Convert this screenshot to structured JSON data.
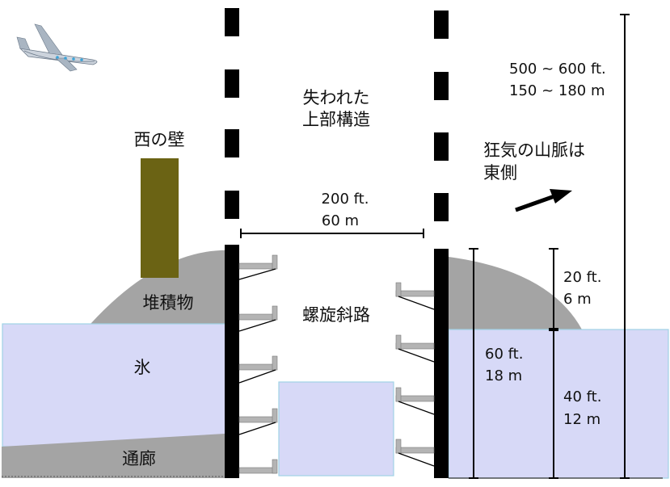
{
  "labels": {
    "west_wall": "西の壁",
    "debris": "堆積物",
    "ice": "氷",
    "passage": "通廊",
    "lost_upper_line1": "失われた",
    "lost_upper_line2": "上部構造",
    "spiral_ramp": "螺旋斜路",
    "mountains_line1": "狂気の山脈は",
    "mountains_line2": "東側"
  },
  "dimensions": {
    "width_ft": "200 ft.",
    "width_m": "60 m",
    "total_height_ft": "500 ~ 600 ft.",
    "total_height_m": "150 ~ 180 m",
    "mound_height_ft": "20 ft.",
    "mound_height_m": "6 m",
    "ice_depth_ft": "40 ft.",
    "ice_depth_m": "12 m",
    "tower_height_ft": "60 ft.",
    "tower_height_m": "18 m"
  },
  "colors": {
    "ice": "#d7d9f7",
    "ice_stroke": "#9fd3e6",
    "debris": "#a4a4a4",
    "west_wall": "#6b6314",
    "tower": "#000000",
    "ramp": "#b4b4b4"
  },
  "icons": {
    "airplane": "airplane-icon",
    "direction_arrow": "arrow-northeast-icon"
  }
}
